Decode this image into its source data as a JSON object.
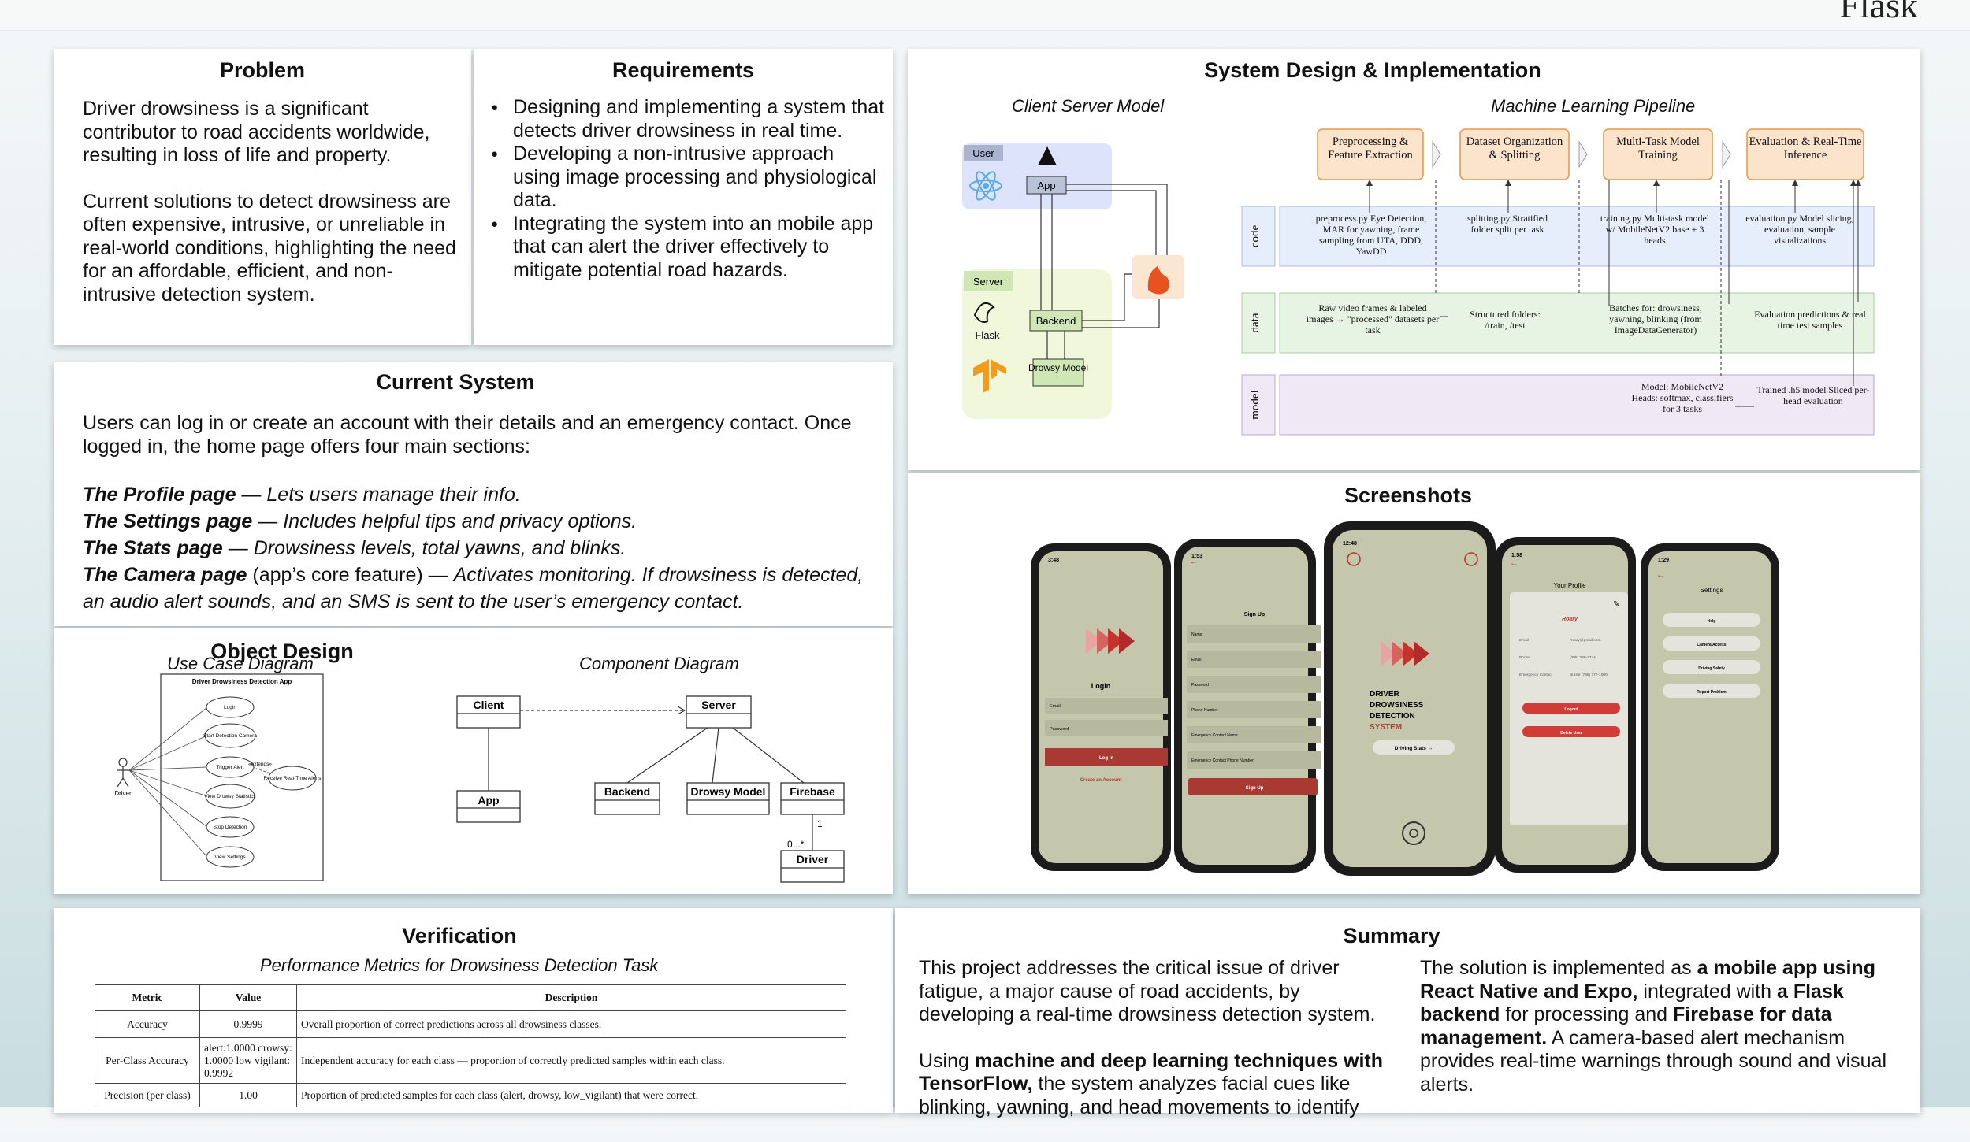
{
  "header": {
    "top_word": "Flask"
  },
  "problem": {
    "title": "Problem",
    "paragraphs": [
      "Driver drowsiness is a significant contributor to road accidents worldwide, resulting in loss of life and property.",
      "Current solutions to detect drowsiness are often expensive, intrusive, or unreliable in real-world conditions, highlighting the need for an affordable, efficient, and non-intrusive detection system."
    ]
  },
  "requirements": {
    "title": "Requirements",
    "items": [
      "Designing and implementing a system that detects driver drowsiness in real time.",
      "Developing a non-intrusive approach using image processing and physiological data.",
      "Integrating the system into an mobile app that can alert the driver effectively to mitigate potential road hazards."
    ]
  },
  "current_system": {
    "title": "Current System",
    "intro": "Users can log in or create an account with their details and an emergency contact. Once logged in, the home page offers four main sections:",
    "pages": [
      {
        "name": "The Profile page",
        "sep": " — ",
        "desc": "Lets users manage their info."
      },
      {
        "name": "The Settings page",
        "sep": " — ",
        "desc": "Includes helpful tips and privacy options."
      },
      {
        "name": "The Stats page",
        "sep": " — ",
        "desc": "Drowsiness levels, total yawns, and blinks."
      },
      {
        "name": "The Camera page",
        "sep": " (app’s core feature) — ",
        "desc": "Activates monitoring. If drowsiness is detected, an audio alert sounds, and an SMS is sent to the user’s emergency contact."
      }
    ]
  },
  "object_design": {
    "title": "Object Design",
    "use_case": {
      "caption": "Use Case Diagram",
      "system_title": "Driver Drowsiness Detection App",
      "actor": "Driver",
      "cases": [
        "Login",
        "Start Detection Camera",
        "Trigger Alert",
        "View Drowsy Statistics",
        "Stop Detection",
        "View Settings"
      ],
      "extension": "Receive Real-Time Alerts",
      "extends_label": "«extends»"
    },
    "component": {
      "caption": "Component Diagram",
      "boxes": [
        "Client",
        "App",
        "Server",
        "Backend",
        "Drowsy Model",
        "Firebase",
        "Driver"
      ],
      "mult_one": "1",
      "mult_many": "0...*"
    }
  },
  "system_design": {
    "title": "System Design & Implementation",
    "client_server": {
      "caption": "Client Server Model",
      "user": "User",
      "app": "App",
      "server": "Server",
      "flask": "Flask",
      "backend": "Backend",
      "model": "Drowsy Model"
    },
    "ml": {
      "caption": "Machine Learning Pipeline",
      "rows": [
        "code",
        "data",
        "model"
      ],
      "stages": [
        "Preprocessing & Feature Extraction",
        "Dataset Organization & Splitting",
        "Multi-Task Model Training",
        "Evaluation & Real-Time Inference"
      ],
      "code": [
        "preprocess.py Eye Detection, MAR for yawning, frame sampling from UTA, DDD, YawDD",
        "splitting.py Stratified folder split per task",
        "training.py Multi-task model w/ MobileNetV2 base + 3 heads",
        "evaluation.py Model slicing, evaluation, sample visualizations"
      ],
      "data": [
        "Raw video frames & labeled images → \"processed\" datasets per task",
        "Structured folders: /train, /test",
        "Batches for: drowsiness, yawning, blinking (from ImageDataGenerator)",
        "Evaluation predictions & real time test samples"
      ],
      "model": [
        "Model: MobileNetV2 Heads: softmax, classifiers for 3 tasks",
        "Trained .h5 model Sliced per-head evaluation"
      ]
    }
  },
  "screenshots": {
    "title": "Screenshots",
    "phones": [
      {
        "time": "3:48",
        "title": "Login",
        "fields": [
          "Email",
          "Password"
        ],
        "button": "Log In",
        "link": "Create an Account"
      },
      {
        "time": "1:53",
        "title": "Sign Up",
        "fields": [
          "Name",
          "Email",
          "Password",
          "Phone Number",
          "Emergency Contact Name",
          "Emergency Contact Phone Number"
        ],
        "button": "Sign Up"
      },
      {
        "time": "12:48",
        "title_lines": [
          "DRIVER",
          "DROWSINESS",
          "DETECTION"
        ],
        "system": "SYSTEM",
        "button": "Driving Stats →"
      },
      {
        "time": "1:58",
        "title": "Your Profile",
        "name": "Roary",
        "rows": [
          [
            "Email",
            "Roary@gmail.com"
          ],
          [
            "Phone",
            "(305) 348-2744"
          ],
          [
            "Emergency Contact",
            "Bursie (786) 777-1000"
          ]
        ],
        "buttons": [
          "Logout",
          "Delete User"
        ]
      },
      {
        "time": "1:29",
        "title": "Settings",
        "items": [
          "Help",
          "Camera Access",
          "Driving Safety",
          "Report Problem"
        ]
      }
    ]
  },
  "verification": {
    "title": "Verification",
    "caption": "Performance Metrics for Drowsiness Detection Task",
    "headers": [
      "Metric",
      "Value",
      "Description"
    ],
    "rows": [
      {
        "metric": "Accuracy",
        "value": "0.9999",
        "desc": "Overall proportion of correct predictions across all drowsiness classes."
      },
      {
        "metric": "Per-Class Accuracy",
        "value": "alert:1.0000 drowsy: 1.0000 low vigilant: 0.9992",
        "desc": "Independent accuracy for each class — proportion of correctly predicted samples within each class."
      },
      {
        "metric": "Precision (per class)",
        "value": "1.00",
        "desc": "Proportion of predicted samples for each class (alert, drowsy, low_vigilant) that were correct."
      }
    ]
  },
  "summary": {
    "title": "Summary",
    "left_p1": "This project addresses the critical issue of driver fatigue, a major cause of road accidents, by developing a real-time drowsiness detection system.",
    "left_p2_a": "Using ",
    "left_p2_b": "machine and deep learning techniques with TensorFlow,",
    "left_p2_c": " the system analyzes facial cues like blinking, yawning, and head movements to identify",
    "right_a": "The solution is implemented as ",
    "right_b": "a mobile app using React Native and Expo,",
    "right_c": " integrated with ",
    "right_d": "a Flask backend",
    "right_e": " for processing and ",
    "right_f": "Firebase for data management.",
    "right_g": " A camera-based alert mechanism provides real-time warnings through sound and visual alerts."
  },
  "colors": {
    "brand_red": "#b22a2a",
    "phone_bg": "#c5c7ad",
    "pipeline_blue": "#e7eefb",
    "pipeline_green": "#e7f3e3",
    "pipeline_purple": "#efe8f5",
    "stage_fill": "#fbe3cc",
    "stage_border": "#e59b4d"
  }
}
